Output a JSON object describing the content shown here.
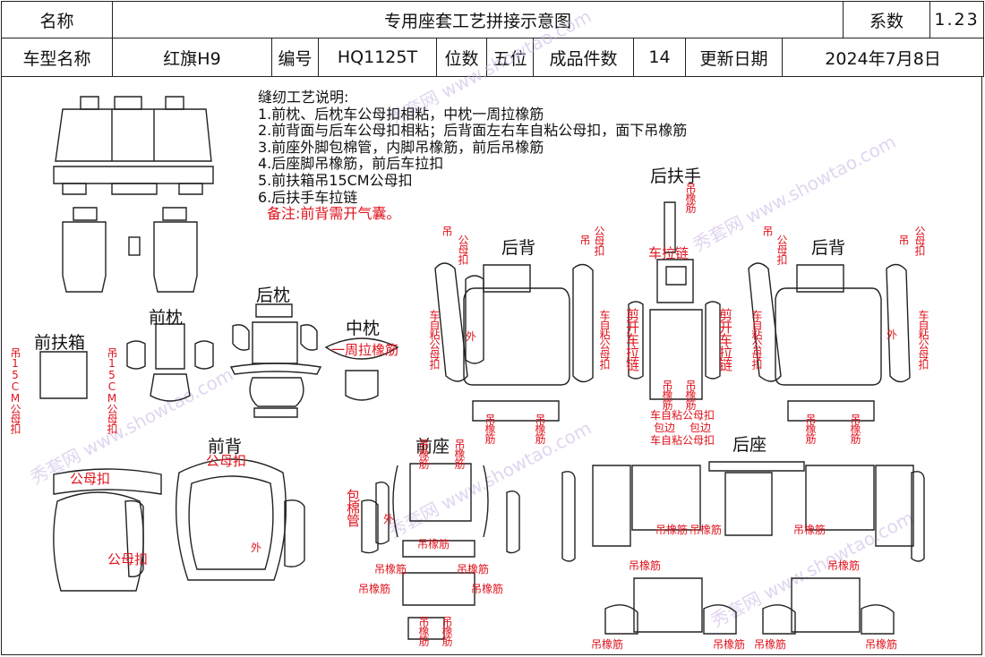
{
  "header": {
    "name_label": "名称",
    "title": "专用座套工艺拼接示意图",
    "coef_label": "系数",
    "coef_value": "1.23",
    "model_label": "车型名称",
    "model_value": "红旗H9",
    "code_label": "编号",
    "code_value": "HQ1125T",
    "seats_label": "位数",
    "seats_value": "五位",
    "pieces_label": "成品件数",
    "pieces_value": "14",
    "date_label": "更新日期",
    "date_value": "2024年7月8日"
  },
  "notes": {
    "heading": "缝纫工艺说明:",
    "items": [
      "1.前枕、后枕车公母扣相粘，中枕一周拉橡筋",
      "2.前背面与后车公母扣相粘；后背面左右车自粘公母扣，面下吊橡筋",
      "3.前座外脚包棉管，内脚吊橡筋，前后吊橡筋",
      "4.后座脚吊橡筋，前后车拉扣",
      "5.前扶箱吊15CM公母扣",
      "6.后扶手车拉链"
    ],
    "remark": "备注:前背需开气囊。"
  },
  "labels": {
    "front_armbox": "前扶箱",
    "front_pillow": "前枕",
    "rear_pillow": "后枕",
    "mid_pillow": "中枕",
    "rear_back_left": "后背",
    "rear_back_right": "后背",
    "rear_armrest": "后扶手",
    "front_back": "前背",
    "front_seat": "前座",
    "rear_seat": "后座"
  },
  "annotations": {
    "hang15_left": "吊15CM公母扣",
    "hang15_right": "吊15CM公母扣",
    "elastic_round": "一周拉橡筋",
    "snap": "公母扣",
    "hang": "吊",
    "elastic": "吊橡筋",
    "hang_elastic_v": "吊橡筋",
    "outside": "外",
    "zipper": "车拉链",
    "cut_zipper": "剪开车拉链",
    "self_adhesive": "车自粘公母扣",
    "wrap": "包棉管",
    "wrap_edge": "包边",
    "self_snap": "车自粘公母扣"
  },
  "watermark": "秀套网 www.showtao.com"
}
